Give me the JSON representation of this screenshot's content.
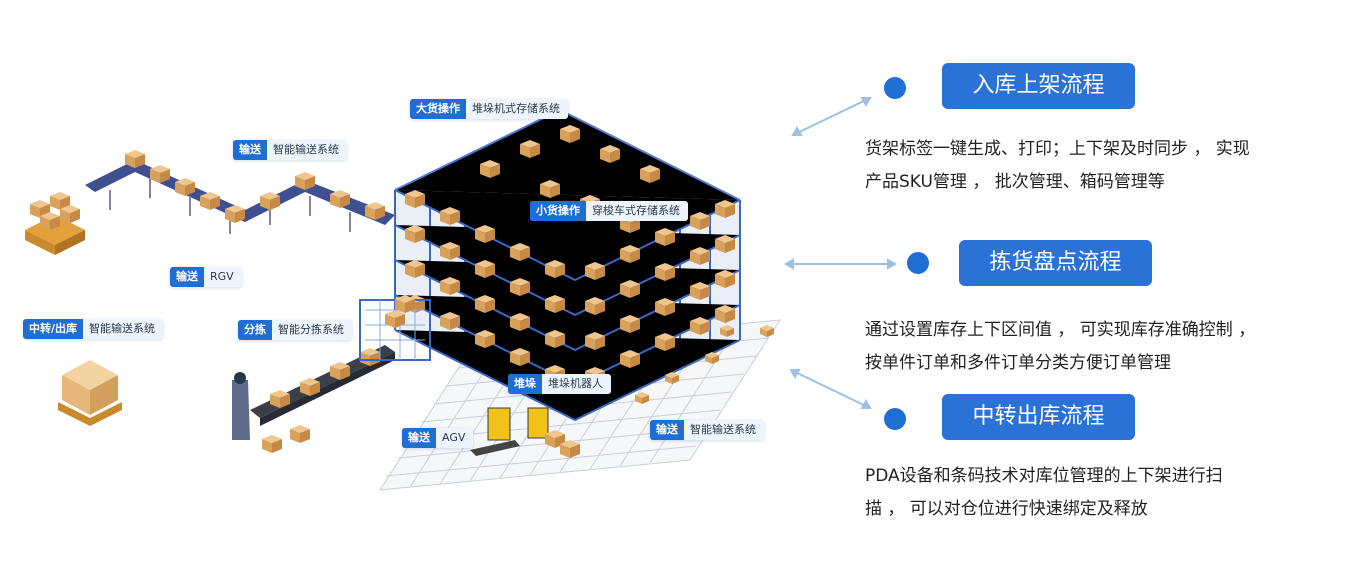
{
  "colors": {
    "accent": "#2a72d6",
    "rack": "#3a67c2",
    "box": "#d9a25c",
    "conveyor": "#3f4f8f"
  },
  "labels": [
    {
      "key": "大货操作",
      "value": "堆垛机式存储系统"
    },
    {
      "key": "输送",
      "value": "智能输送系统"
    },
    {
      "key": "小货操作",
      "value": "穿梭车式存储系统"
    },
    {
      "key": "输送",
      "value": "RGV"
    },
    {
      "key": "中转/出库",
      "value": "智能输送系统"
    },
    {
      "key": "分拣",
      "value": "智能分拣系统"
    },
    {
      "key": "堆垛",
      "value": "堆垛机器人"
    },
    {
      "key": "输送",
      "value": "AGV"
    },
    {
      "key": "输送",
      "value": "智能输送系统"
    }
  ],
  "processes": [
    {
      "title": "入库上架流程",
      "lines": [
        "货架标签一键生成、打印；上下架及时同步 ， 实现",
        "产品SKU管理 ， 批次管理、箱码管理等"
      ]
    },
    {
      "title": "拣货盘点流程",
      "lines": [
        "通过设置库存上下区间值 ， 可实现库存准确控制 ，",
        "按单件订单和多件订单分类方便订单管理"
      ]
    },
    {
      "title": "中转出库流程",
      "lines": [
        "PDA设备和条码技术对库位管理的上下架进行扫",
        "描 ， 可以对仓位进行快速绑定及释放"
      ]
    }
  ]
}
